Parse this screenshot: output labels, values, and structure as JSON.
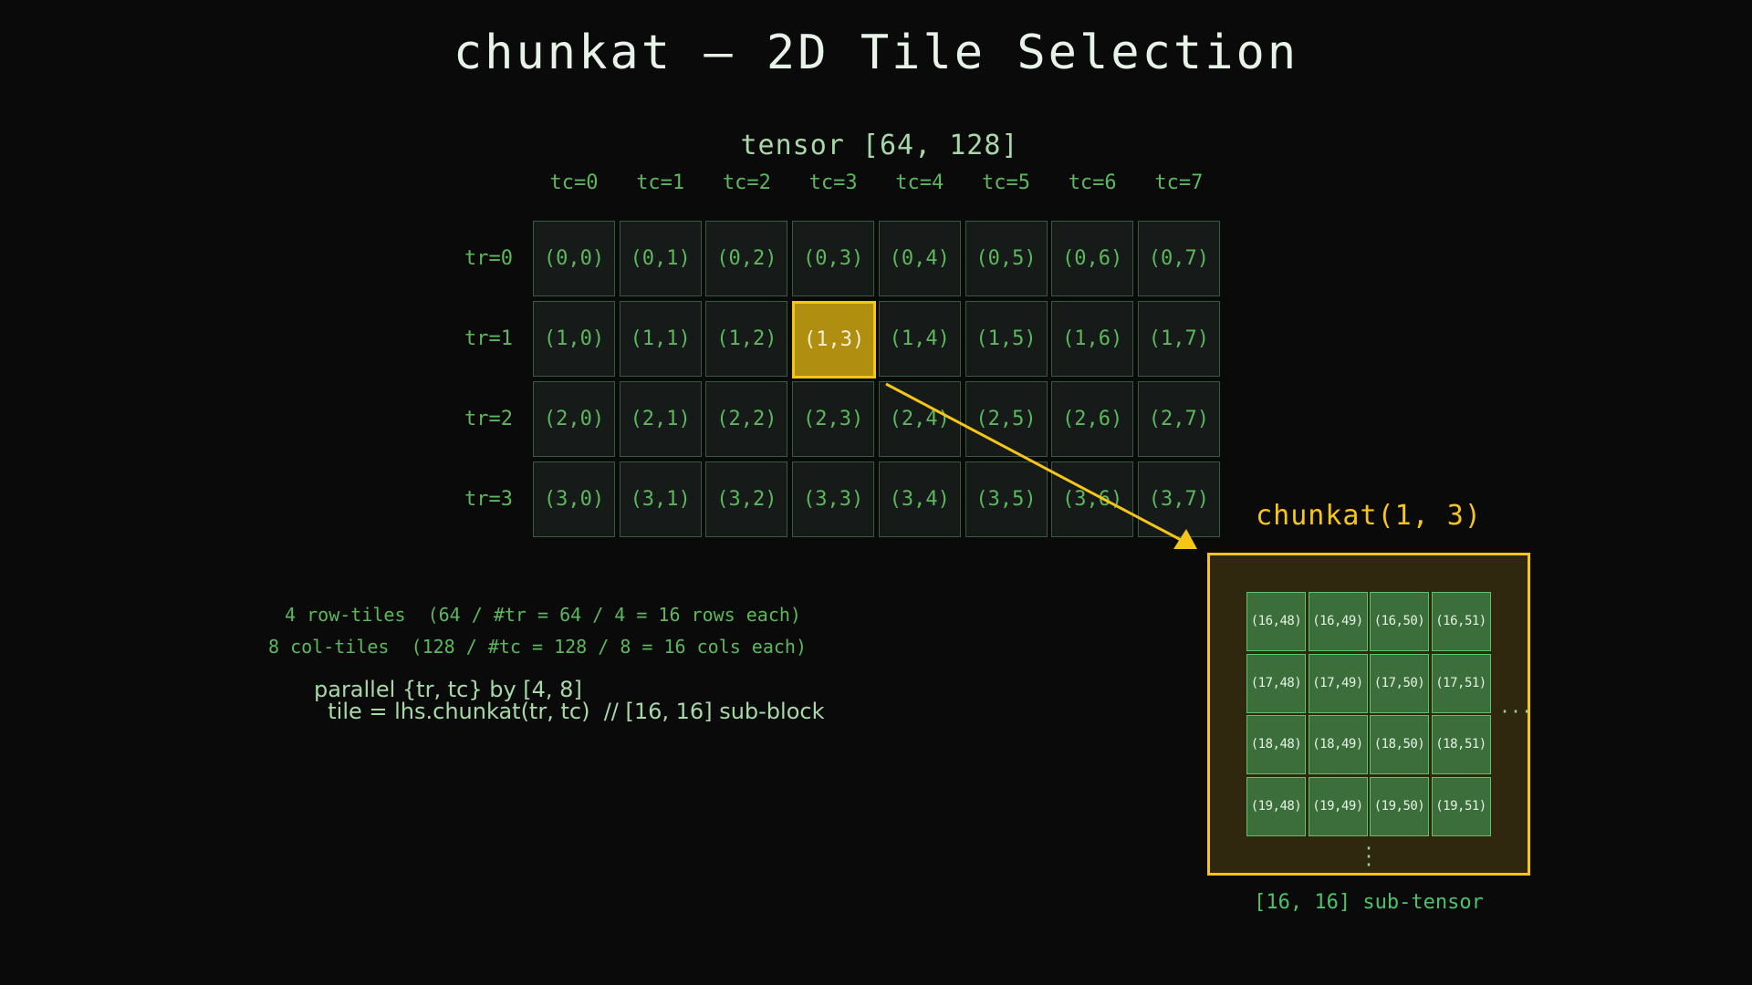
{
  "title": "chunkat — 2D Tile Selection",
  "tensor": {
    "label": "tensor [64, 128]",
    "col_labels": [
      "tc=0",
      "tc=1",
      "tc=2",
      "tc=3",
      "tc=4",
      "tc=5",
      "tc=6",
      "tc=7"
    ],
    "row_labels": [
      "tr=0",
      "tr=1",
      "tr=2",
      "tr=3"
    ],
    "cells": [
      [
        "(0,0)",
        "(0,1)",
        "(0,2)",
        "(0,3)",
        "(0,4)",
        "(0,5)",
        "(0,6)",
        "(0,7)"
      ],
      [
        "(1,0)",
        "(1,1)",
        "(1,2)",
        "(1,3)",
        "(1,4)",
        "(1,5)",
        "(1,6)",
        "(1,7)"
      ],
      [
        "(2,0)",
        "(2,1)",
        "(2,2)",
        "(2,3)",
        "(2,4)",
        "(2,5)",
        "(2,6)",
        "(2,7)"
      ],
      [
        "(3,0)",
        "(3,1)",
        "(3,2)",
        "(3,3)",
        "(3,4)",
        "(3,5)",
        "(3,6)",
        "(3,7)"
      ]
    ],
    "selected": {
      "row": 1,
      "col": 3
    }
  },
  "chunk": {
    "label": "chunkat(1, 3)",
    "cells": [
      [
        "(16,48)",
        "(16,49)",
        "(16,50)",
        "(16,51)"
      ],
      [
        "(17,48)",
        "(17,49)",
        "(17,50)",
        "(17,51)"
      ],
      [
        "(18,48)",
        "(18,49)",
        "(18,50)",
        "(18,51)"
      ],
      [
        "(19,48)",
        "(19,49)",
        "(19,50)",
        "(19,51)"
      ]
    ],
    "ellipsis_h": "···",
    "ellipsis_v": "⋮",
    "caption": "[16, 16] sub-tensor"
  },
  "info": {
    "row_tiles": " 4 row-tiles  (64 / #tr = 64 / 4 = 16 rows each)",
    "col_tiles": "8 col-tiles  (128 / #tc = 128 / 8 = 16 cols each)"
  },
  "code": {
    "line1": "parallel {tr, tc} by [4, 8]",
    "line2": "  tile = lhs.chunkat(tr, tc)  // [16, 16] sub-block"
  },
  "colors": {
    "background": "#0a0a0a",
    "accent": "#f5c518",
    "cell_text": "#5cb85c",
    "sub_cell_fill": "#3b6e3b"
  }
}
